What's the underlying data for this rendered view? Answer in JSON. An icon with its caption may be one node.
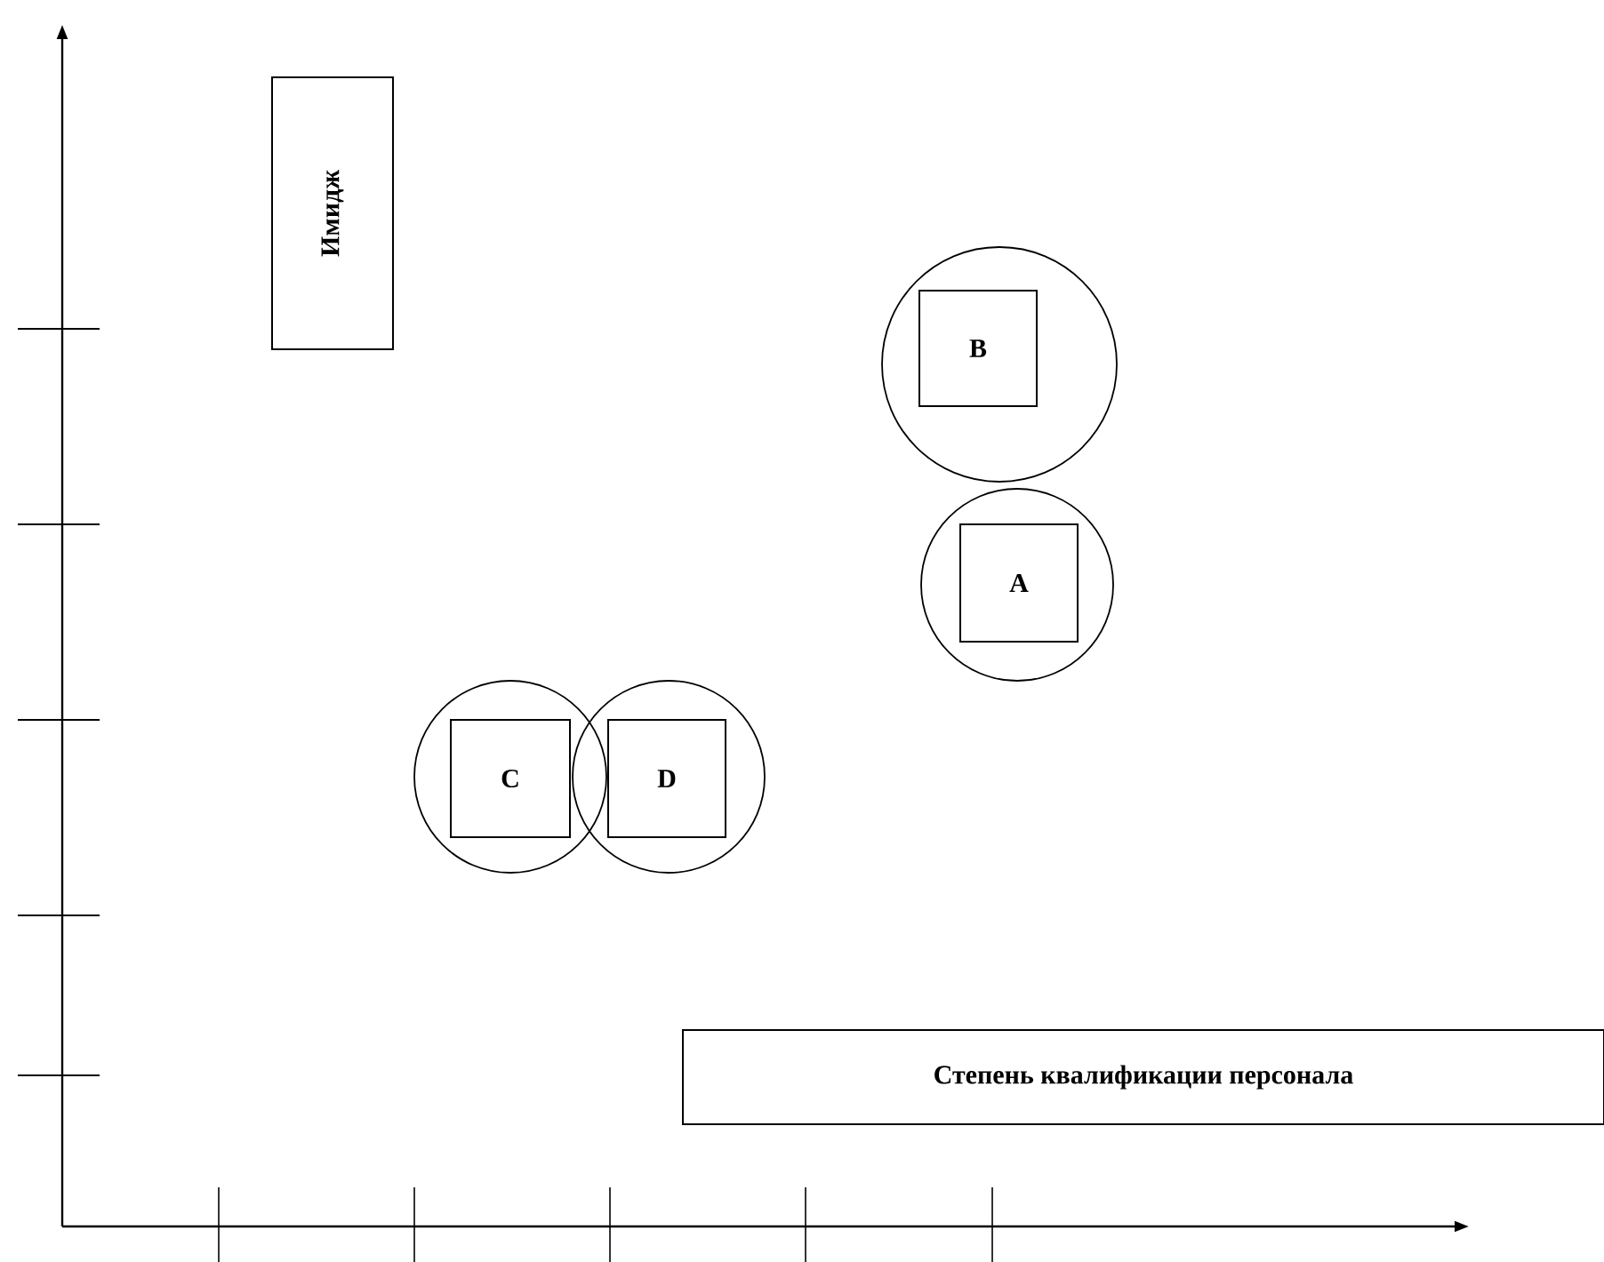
{
  "diagram": {
    "nodes": [
      {
        "text": [
          "Имидж"
        ]
      },
      {
        "text": [],
        "shape": "circle"
      },
      {
        "text": [
          "B"
        ],
        "in": 1
      },
      {
        "text": [],
        "shape": "circle"
      },
      {
        "text": [
          "A"
        ],
        "in": 3
      },
      {
        "text": [],
        "shape": "circle"
      },
      {
        "text": [
          "C"
        ],
        "in": 5
      },
      {
        "text": [],
        "shape": "circle"
      },
      {
        "text": [
          "D"
        ],
        "in": 7
      },
      {
        "text": [
          "Степень квалификации персонала"
        ]
      }
    ]
  }
}
